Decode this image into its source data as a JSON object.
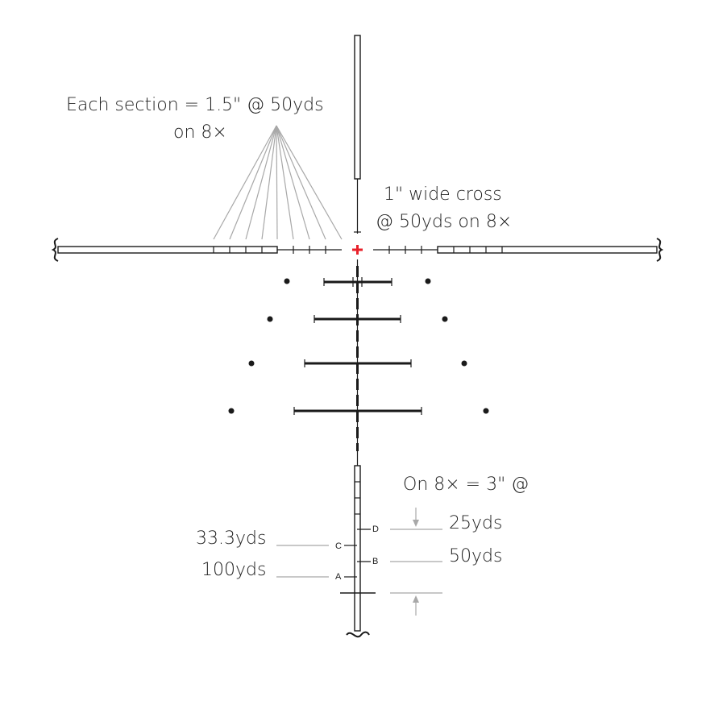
{
  "annotations": {
    "section_note_line1": "Each section = 1.5\" @ 50yds",
    "section_note_line2": "on 8×",
    "cross_note_line1": "1\" wide cross",
    "cross_note_line2": "@ 50yds on 8×",
    "range_note": "On 8× = 3\" @",
    "range_25": "25yds",
    "range_50": "50yds",
    "range_33": "33.3yds",
    "range_100": "100yds"
  },
  "markers": {
    "a": "A",
    "b": "B",
    "c": "C",
    "d": "D"
  },
  "colors": {
    "center_cross": "#e8202a",
    "leader_lines": "#a8a8a8",
    "reticle": "#1a1a1a"
  }
}
